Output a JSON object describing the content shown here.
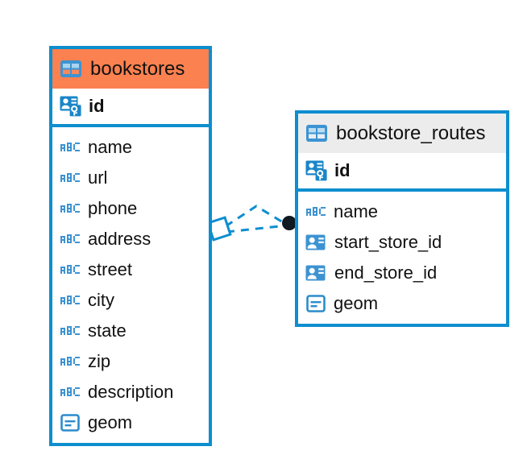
{
  "diagram": {
    "type": "entity-relationship-diagram",
    "background": "#ffffff",
    "accent_blue": "#0d8ecf",
    "icon_blue": "#3d93d2",
    "header_orange": "#fb8150",
    "header_gray": "#ececec",
    "text_color": "#111111",
    "connector_color": "#0d8ecf",
    "endpoint_color": "#101820"
  },
  "tables": [
    {
      "name": "bookstores",
      "header_style": "accent-orange",
      "primary_key": {
        "label": "id",
        "icon": "primary-key-icon"
      },
      "fields": [
        {
          "label": "name",
          "icon": "abc-text-icon"
        },
        {
          "label": "url",
          "icon": "abc-text-icon"
        },
        {
          "label": "phone",
          "icon": "abc-text-icon"
        },
        {
          "label": "address",
          "icon": "abc-text-icon"
        },
        {
          "label": "street",
          "icon": "abc-text-icon"
        },
        {
          "label": "city",
          "icon": "abc-text-icon"
        },
        {
          "label": "state",
          "icon": "abc-text-icon"
        },
        {
          "label": "zip",
          "icon": "abc-text-icon"
        },
        {
          "label": "description",
          "icon": "abc-text-icon"
        },
        {
          "label": "geom",
          "icon": "geometry-icon"
        }
      ]
    },
    {
      "name": "bookstore_routes",
      "header_style": "accent-gray",
      "primary_key": {
        "label": "id",
        "icon": "primary-key-icon"
      },
      "fields": [
        {
          "label": "name",
          "icon": "abc-text-icon"
        },
        {
          "label": "start_store_id",
          "icon": "foreign-key-icon"
        },
        {
          "label": "end_store_id",
          "icon": "foreign-key-icon"
        },
        {
          "label": "geom",
          "icon": "geometry-icon"
        }
      ]
    }
  ],
  "relationship": {
    "from_table": "bookstores",
    "to_table": "bookstore_routes",
    "line_style": "dashed",
    "source_marker": "diamond-outline",
    "target_marker": "filled-circle"
  }
}
